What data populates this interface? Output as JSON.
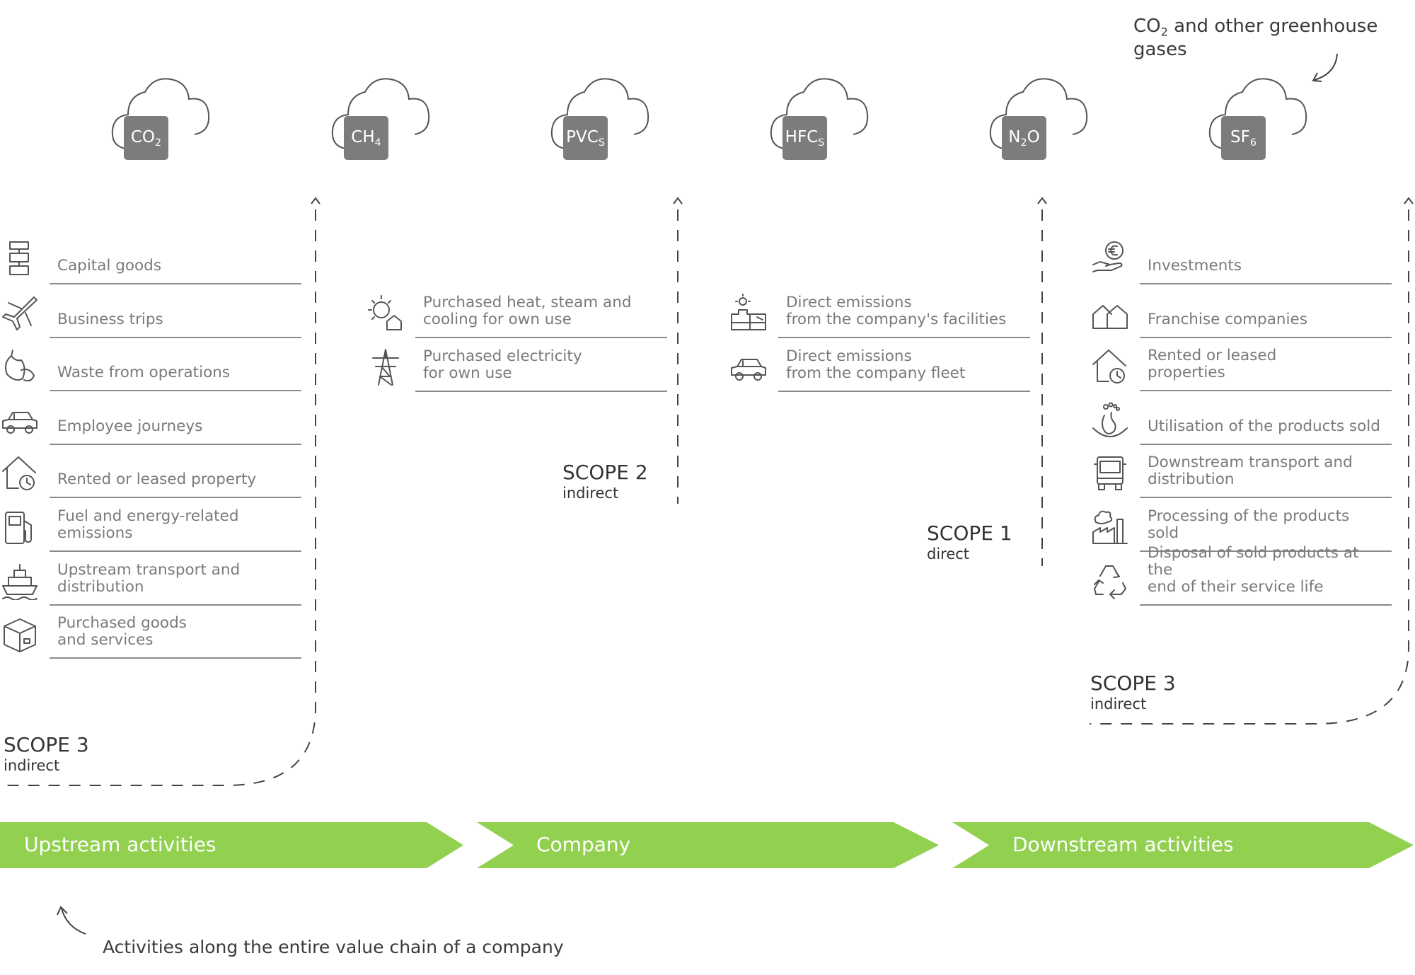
{
  "top_note": {
    "prefix": "CO",
    "sub": "2",
    "suffix": " and other greenhouse gases"
  },
  "gases": [
    {
      "main": "CO",
      "sub": "2",
      "tail": ""
    },
    {
      "main": "CH",
      "sub": "4",
      "tail": ""
    },
    {
      "main": "PVC",
      "sub": "S",
      "tail": ""
    },
    {
      "main": "HFC",
      "sub": "S",
      "tail": ""
    },
    {
      "main": "N",
      "sub": "2",
      "tail": "O"
    },
    {
      "main": "SF",
      "sub": "6",
      "tail": ""
    }
  ],
  "upstream": {
    "items": [
      {
        "icon": "capital-goods-icon",
        "label": "Capital goods"
      },
      {
        "icon": "airplane-icon",
        "label": "Business trips"
      },
      {
        "icon": "waste-icon",
        "label": "Waste from operations"
      },
      {
        "icon": "car-icon",
        "label": "Employee journeys"
      },
      {
        "icon": "house-clock-icon",
        "label": "Rented or leased property"
      },
      {
        "icon": "fuel-pump-icon",
        "label": "Fuel and energy-related\nemissions"
      },
      {
        "icon": "ship-icon",
        "label": "Upstream transport and\ndistribution"
      },
      {
        "icon": "box-icon",
        "label": "Purchased goods\nand services"
      }
    ],
    "scope_title": "SCOPE 3",
    "scope_sub": "indirect"
  },
  "scope2": {
    "items": [
      {
        "icon": "sun-house-icon",
        "label": "Purchased heat, steam and\ncooling for own use"
      },
      {
        "icon": "power-pylon-icon",
        "label": "Purchased electricity\nfor own use"
      }
    ],
    "scope_title": "SCOPE 2",
    "scope_sub": "indirect"
  },
  "scope1": {
    "items": [
      {
        "icon": "factory-sun-icon",
        "label": "Direct emissions\nfrom the company's facilities"
      },
      {
        "icon": "car-icon",
        "label": "Direct emissions\nfrom the company fleet"
      }
    ],
    "scope_title": "SCOPE 1",
    "scope_sub": "direct"
  },
  "downstream": {
    "items": [
      {
        "icon": "euro-hand-icon",
        "label": "Investments"
      },
      {
        "icon": "houses-icon",
        "label": "Franchise companies"
      },
      {
        "icon": "house-clock-icon",
        "label": "Rented or leased\nproperties"
      },
      {
        "icon": "footprint-icon",
        "label": "Utilisation of the products sold"
      },
      {
        "icon": "truck-icon",
        "label": "Downstream transport and\ndistribution"
      },
      {
        "icon": "processing-icon",
        "label": "Processing of the products sold"
      },
      {
        "icon": "recycle-icon",
        "label": "Disposal of sold products at the\nend of their service life"
      }
    ],
    "scope_title": "SCOPE 3",
    "scope_sub": "indirect"
  },
  "bar": {
    "color": "#92d050",
    "labels": [
      "Upstream activities",
      "Company",
      "Downstream activities"
    ]
  },
  "bottom_note": "Activities along the entire value chain of a company"
}
